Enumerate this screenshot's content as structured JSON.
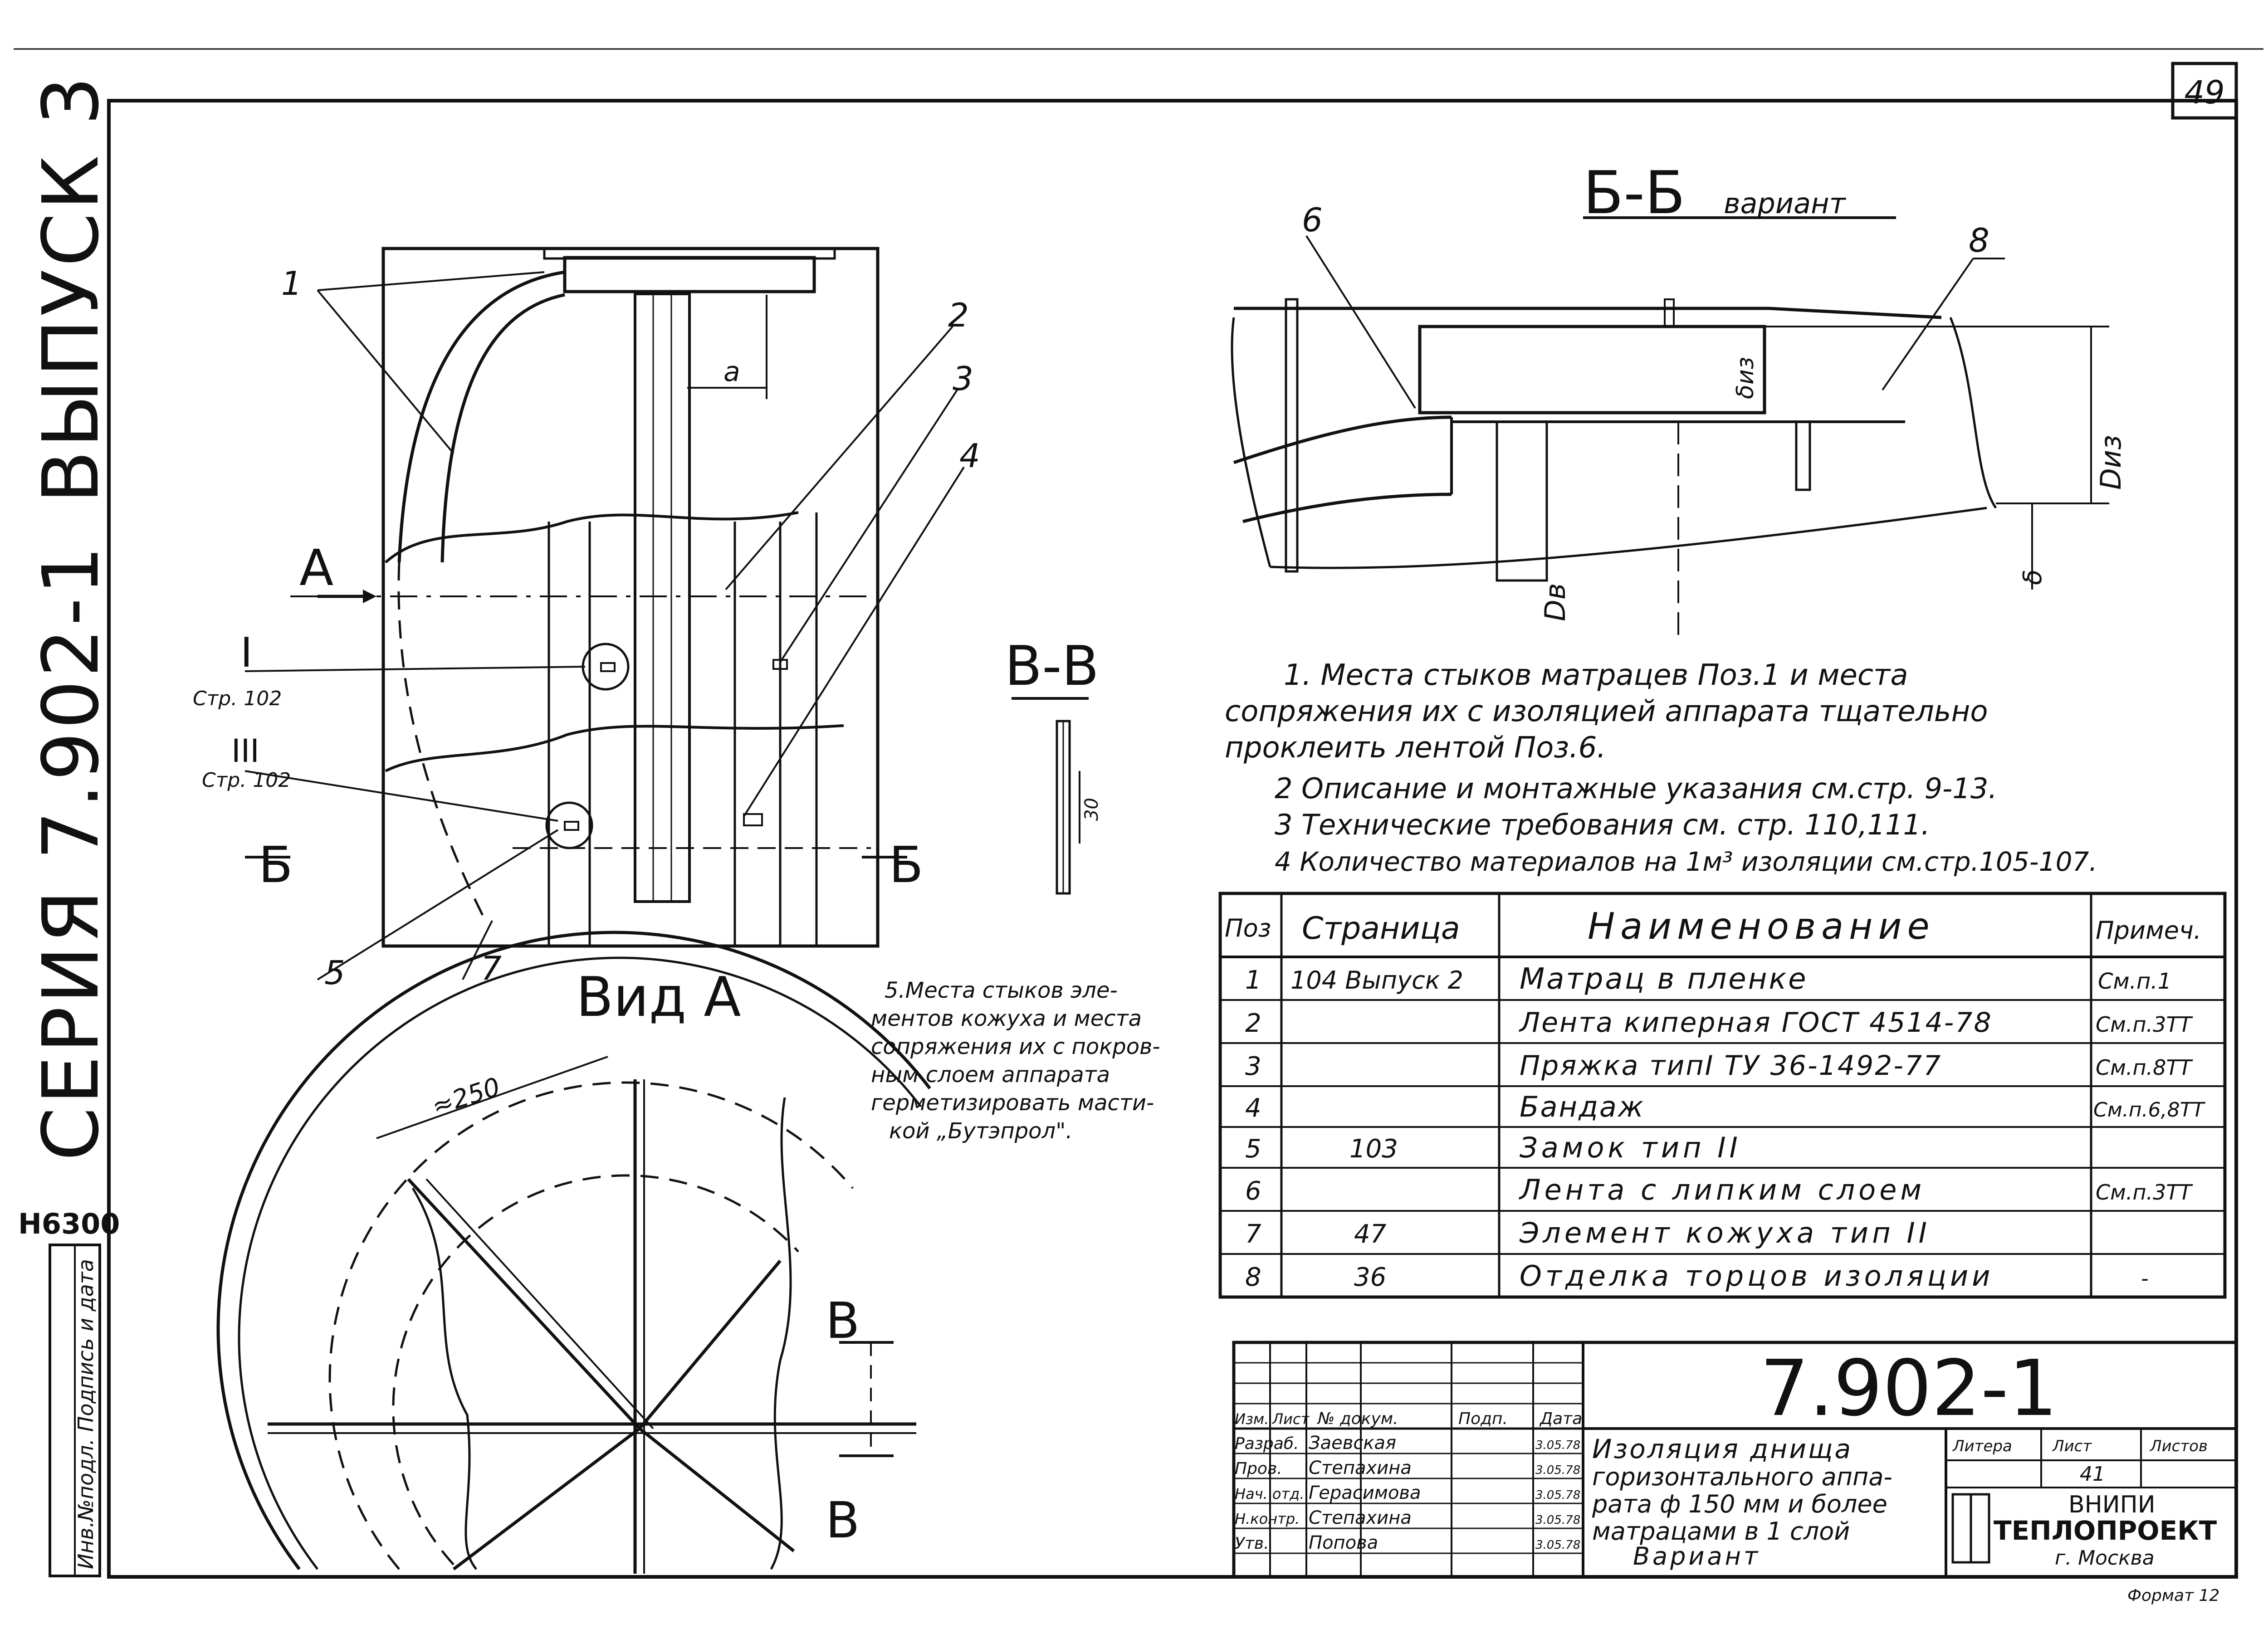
{
  "sheet": {
    "page_number": "49",
    "series_label": "СЕРИЯ 7.902-1",
    "issue_label": "ВЫПУСК 3",
    "code": "Н6300",
    "side_stamp": "Инв.№подл. Подпись и дата",
    "format": "Формат 12"
  },
  "drawing": {
    "view_a_title": "Вид А",
    "section_bb_title": "Б-Б",
    "section_bb_sub": "вариант",
    "section_vv_title": "В-В",
    "arrow_a": "А",
    "cut_b_left": "Б",
    "cut_b_right": "Б",
    "cut_v_top": "В",
    "cut_v_bottom": "В",
    "dim_a": "а",
    "dim_250": "≈250",
    "dim_30": "30",
    "dim_diz_small": "δиз",
    "dim_diz_big": "Dиз",
    "dim_dv": "Dв",
    "dim_delta": "δ",
    "callout_1": "I",
    "callout_1_ref": "Стр. 102",
    "callout_3": "III",
    "callout_3_ref": "Стр. 102",
    "leaders": [
      "1",
      "2",
      "3",
      "4",
      "5",
      "6",
      "7",
      "8"
    ]
  },
  "notes": [
    "1. Места стыков матрацев Поз.1 и места",
    "сопряжения их с изоляцией аппарата тщательно",
    "проклеить лентой Поз.6.",
    "2 Описание и монтажные указания см.стр. 9-13.",
    "3 Технические требования см. стр. 110,111.",
    "4 Количество материалов на 1м³ изоляции см.стр.105-107."
  ],
  "note5": [
    "5.Места стыков эле-",
    "ментов кожуха и места",
    "сопряжения их с покров-",
    "ным слоем аппарата",
    "герметизировать масти-",
    "кой „Бутэпрол\"."
  ],
  "spec_table": {
    "headers": [
      "Поз",
      "Страница",
      "Наименование",
      "Примеч."
    ],
    "rows": [
      [
        "1",
        "104 Выпуск 2",
        "Матрац в пленке",
        "См.п.1"
      ],
      [
        "2",
        "",
        "Лента киперная ГОСТ 4514-78",
        "См.п.3ТТ"
      ],
      [
        "3",
        "",
        "Пряжка типI ТУ 36-1492-77",
        "См.п.8ТТ"
      ],
      [
        "4",
        "",
        "Бандаж",
        "См.п.6,8ТТ"
      ],
      [
        "5",
        "103",
        "Замок тип II",
        ""
      ],
      [
        "6",
        "",
        "Лента с липким слоем",
        "См.п.3ТТ"
      ],
      [
        "7",
        "47",
        "Элемент кожуха тип II",
        ""
      ],
      [
        "8",
        "36",
        "Отделка торцов изоляции",
        "-"
      ]
    ]
  },
  "title_block": {
    "doc_number": "7.902-1",
    "title_lines": [
      "Изоляция днища",
      "горизонтального аппа-",
      "рата ф 150 мм и более",
      "матрацами в 1 слой",
      "Вариант"
    ],
    "col_headers": [
      "Изм.",
      "Лист",
      "№ докум.",
      "Подп.",
      "Дата"
    ],
    "signers": [
      {
        "role": "Разраб.",
        "name": "Заевская",
        "date": "3.05.78"
      },
      {
        "role": "Пров.",
        "name": "Степахина",
        "date": "3.05.78"
      },
      {
        "role": "Нач. отд.",
        "name": "Герасимова",
        "date": "3.05.78"
      },
      {
        "role": "Н.контр.",
        "name": "Степахина",
        "date": "3.05.78"
      },
      {
        "role": "Утв.",
        "name": "Попова",
        "date": "3.05.78"
      }
    ],
    "stage_headers": [
      "Литера",
      "Лист",
      "Листов"
    ],
    "sheet_no": "41",
    "org_line1": "ВНИПИ",
    "org_line2": "ТЕПЛОПРОЕКТ",
    "org_city": "г. Москва"
  }
}
